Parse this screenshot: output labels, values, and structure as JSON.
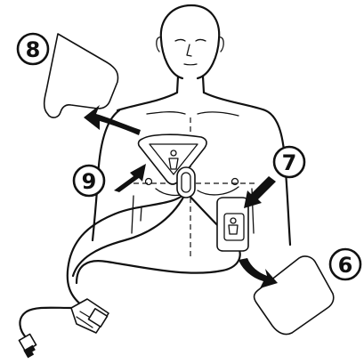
{
  "callouts": {
    "c8": "8",
    "c9": "9",
    "c7": "7",
    "c6": "6"
  },
  "icons": {
    "liner": "pad-liner-icon",
    "connector": "cable-connector-icon",
    "pad_graphic": "body-pad-placement-icon"
  }
}
